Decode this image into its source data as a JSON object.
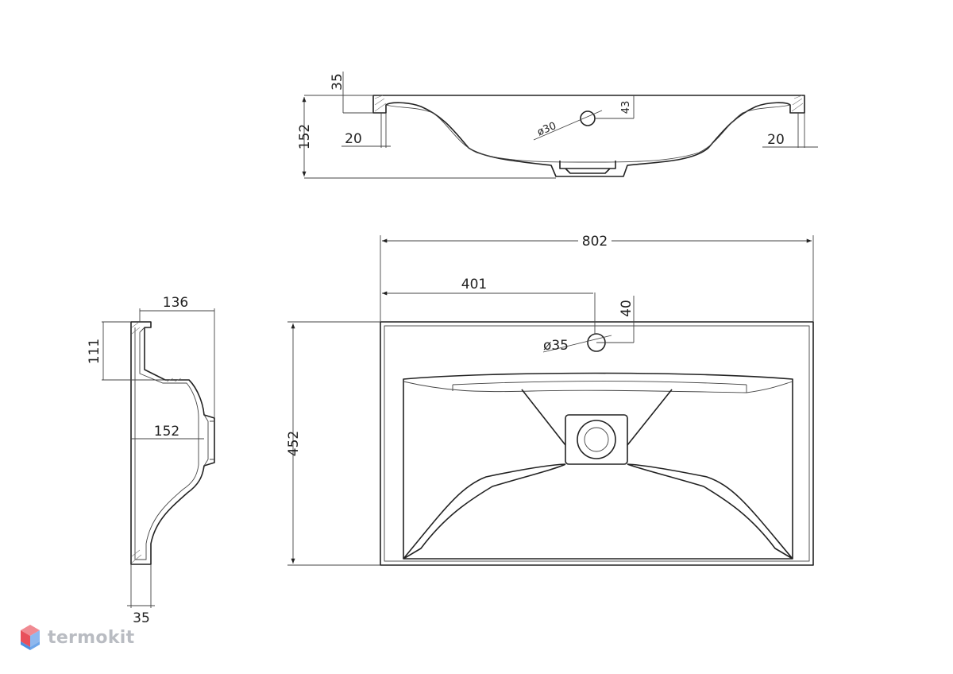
{
  "dimensions": {
    "top_height": "152",
    "top_rim": "35",
    "top_left_wall": "20",
    "top_right_wall": "20",
    "top_hole_diameter": "ø30",
    "top_hole_offset": "43",
    "width_total": "802",
    "width_half": "401",
    "hole_offset": "40",
    "hole_diameter": "ø35",
    "depth_total": "452",
    "side_top": "136",
    "side_rim": "111",
    "side_inner": "152",
    "side_bottom": "35"
  },
  "watermark": {
    "text": "termokit"
  },
  "colors": {
    "line": "#222222",
    "logo_red": "#e8505b",
    "logo_blue": "#4a90e2",
    "logo_text": "#b9bcc2"
  }
}
